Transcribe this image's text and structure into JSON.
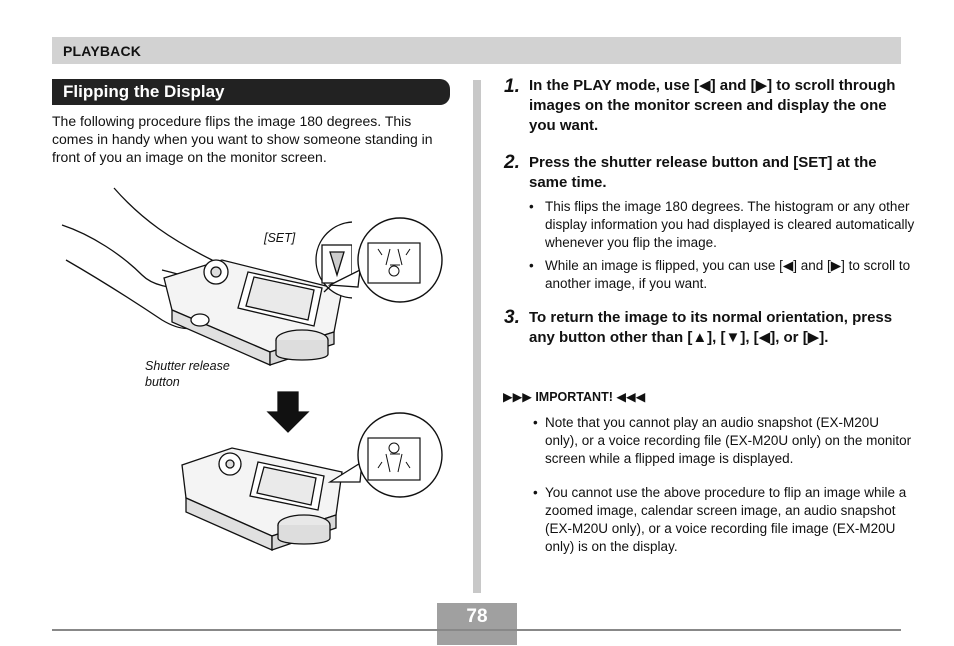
{
  "header": {
    "section": "PLAYBACK"
  },
  "left": {
    "heading": "Flipping the Display",
    "intro": "The following procedure flips the image 180 degrees. This comes in handy when you want to show someone standing in front of you an image on the monitor screen.",
    "callouts": {
      "set": "[SET]",
      "shutter": "Shutter release button"
    }
  },
  "steps": [
    {
      "num": "1.",
      "text": "In the PLAY mode, use [◀] and [▶] to scroll through images on the monitor screen and display the one you want."
    },
    {
      "num": "2.",
      "text": "Press the shutter release button and [SET] at the same time.",
      "bullets": [
        "This flips the image 180 degrees. The histogram or any other display information you had displayed is cleared automatically whenever you flip the image.",
        "While an image is flipped, you can use [◀] and [▶] to scroll to another image, if you want."
      ]
    },
    {
      "num": "3.",
      "text": "To return the image to its normal orientation, press any button other than [▲], [▼], [◀], or [▶]."
    }
  ],
  "important": {
    "label": "IMPORTANT!",
    "items": [
      "Note that you cannot play an audio snapshot (EX-M20U only), or a voice recording file (EX-M20U only) on the monitor screen while a flipped image is displayed.",
      "You cannot use the above procedure to flip an image while a zoomed image, calendar screen image, an audio snapshot (EX-M20U only), or a voice recording file image (EX-M20U only) is on the display."
    ]
  },
  "footer": {
    "page_number": "78"
  },
  "colors": {
    "section_bar": "#d2d2d2",
    "heading_pill": "#222222",
    "page_box": "#a0a0a0"
  }
}
